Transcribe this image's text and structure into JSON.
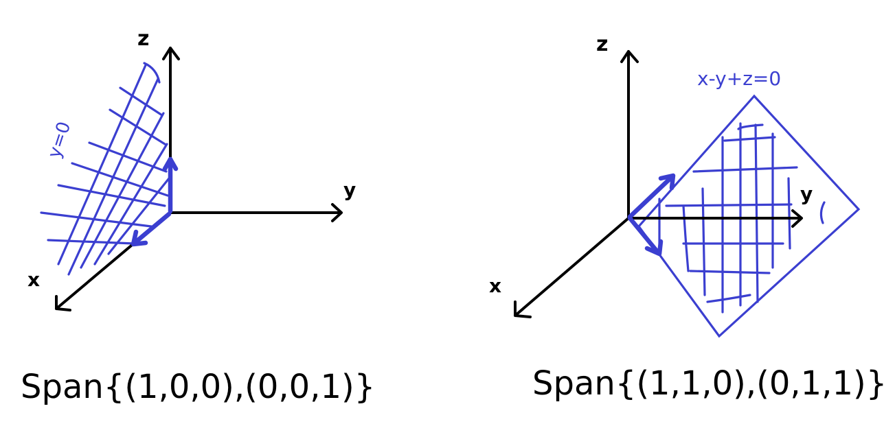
{
  "colors": {
    "ink": "#000000",
    "blue": "#3b3fd0"
  },
  "left_panel": {
    "axis_labels": {
      "z": "z",
      "y": "y",
      "x": "x"
    },
    "plane_label": "y=0",
    "caption": "Span{(1,0,0),(0,0,1)}"
  },
  "right_panel": {
    "axis_labels": {
      "z": "z",
      "y": "y",
      "x": "x"
    },
    "plane_label": "x-y+z=0",
    "caption": "Span{(1,1,0),(0,1,1)}"
  }
}
